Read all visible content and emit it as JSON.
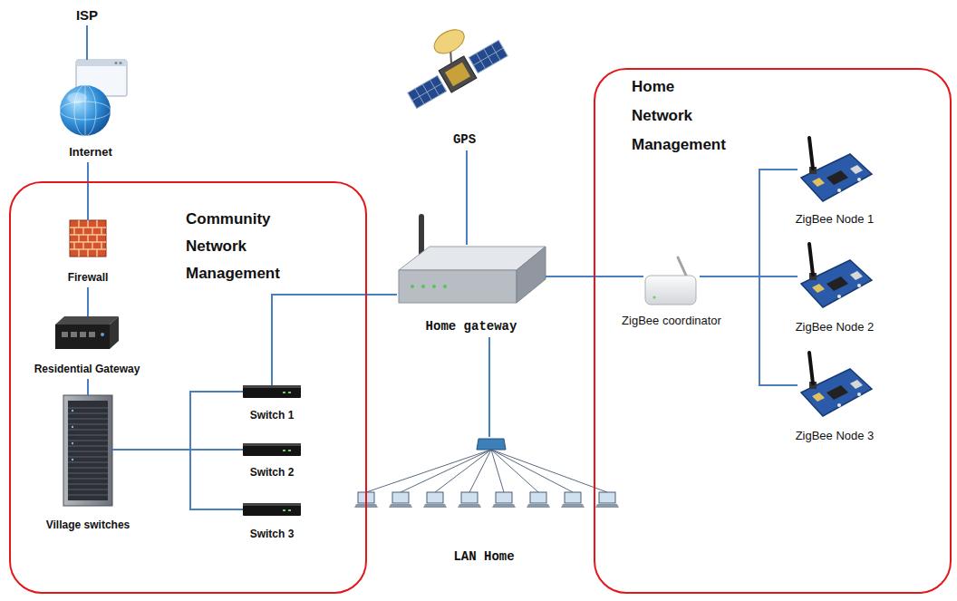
{
  "diagram": {
    "nodes": [
      {
        "text": [
          "ISP"
        ]
      },
      {
        "text": [
          "Internet"
        ]
      },
      {
        "text": [
          "Community Network Management"
        ]
      },
      {
        "text": [
          "Firewall"
        ],
        "in": 2
      },
      {
        "text": [
          "Residential Gateway"
        ],
        "in": 2
      },
      {
        "text": [
          "Village switches"
        ],
        "in": 2
      },
      {
        "text": [
          "Switch 1"
        ],
        "in": 2
      },
      {
        "text": [
          "Switch 2"
        ],
        "in": 2
      },
      {
        "text": [
          "Switch 3"
        ],
        "in": 2
      },
      {
        "text": [
          "GPS"
        ]
      },
      {
        "text": [
          "Home gateway"
        ]
      },
      {
        "text": [
          "Home Network Management"
        ]
      },
      {
        "text": [
          "ZigBee coordinator"
        ],
        "in": 11
      },
      {
        "text": [
          "ZigBee Node 1"
        ],
        "in": 11
      },
      {
        "text": [
          "ZigBee Node 2"
        ],
        "in": 11
      },
      {
        "text": [
          "ZigBee Node 3"
        ],
        "in": 11
      },
      {
        "text": [
          "LAN Home"
        ]
      }
    ],
    "edges": [
      {
        "from": 0,
        "to": 1,
        "arrow": "none"
      },
      {
        "from": 1,
        "to": 3,
        "arrow": "none"
      },
      {
        "from": 3,
        "to": 4,
        "arrow": "none"
      },
      {
        "from": 4,
        "to": 5,
        "arrow": "none"
      },
      {
        "from": 5,
        "to": 6,
        "arrow": "none"
      },
      {
        "from": 5,
        "to": 7,
        "arrow": "none"
      },
      {
        "from": 5,
        "to": 8,
        "arrow": "none"
      },
      {
        "from": 6,
        "to": 10,
        "arrow": "none"
      },
      {
        "from": 9,
        "to": 10,
        "arrow": "none"
      },
      {
        "from": 10,
        "to": 12,
        "arrow": "none"
      },
      {
        "from": 12,
        "to": 13,
        "arrow": "none"
      },
      {
        "from": 12,
        "to": 14,
        "arrow": "none"
      },
      {
        "from": 12,
        "to": 15,
        "arrow": "none"
      },
      {
        "from": 10,
        "to": 16,
        "arrow": "none"
      }
    ]
  }
}
